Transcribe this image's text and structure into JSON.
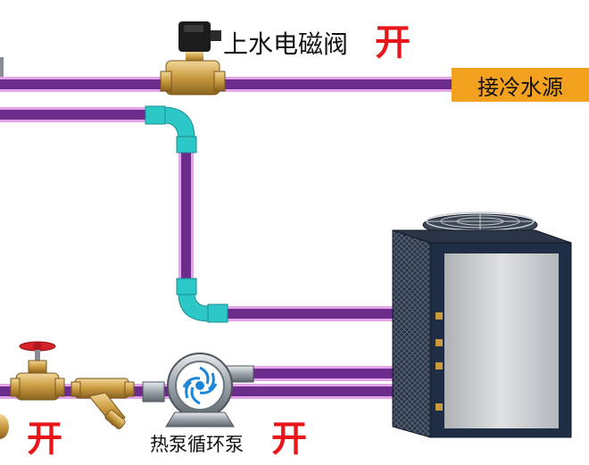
{
  "labels": {
    "solenoid_valve": "上水电磁阀",
    "solenoid_state": "开",
    "cold_water_source": "接冷水源",
    "valve_state": "开",
    "circulation_pump": "热泵循环泵",
    "pump_state": "开"
  },
  "colors": {
    "pipe": "#6b2c8c",
    "pipe_edge": "#e4a6e8",
    "fitting": "#2cc7c7",
    "brass": "#c99a3f",
    "unit_frame": "#1f2e45",
    "unit_panel": "#c8cbcd",
    "state_open": "#e8161b",
    "source_box": "#f3a21f"
  },
  "icons": [
    "solenoid-valve-icon",
    "globe-valve-icon",
    "y-strainer-icon",
    "circulation-pump-icon",
    "heat-pump-unit-icon",
    "fan-icon"
  ]
}
